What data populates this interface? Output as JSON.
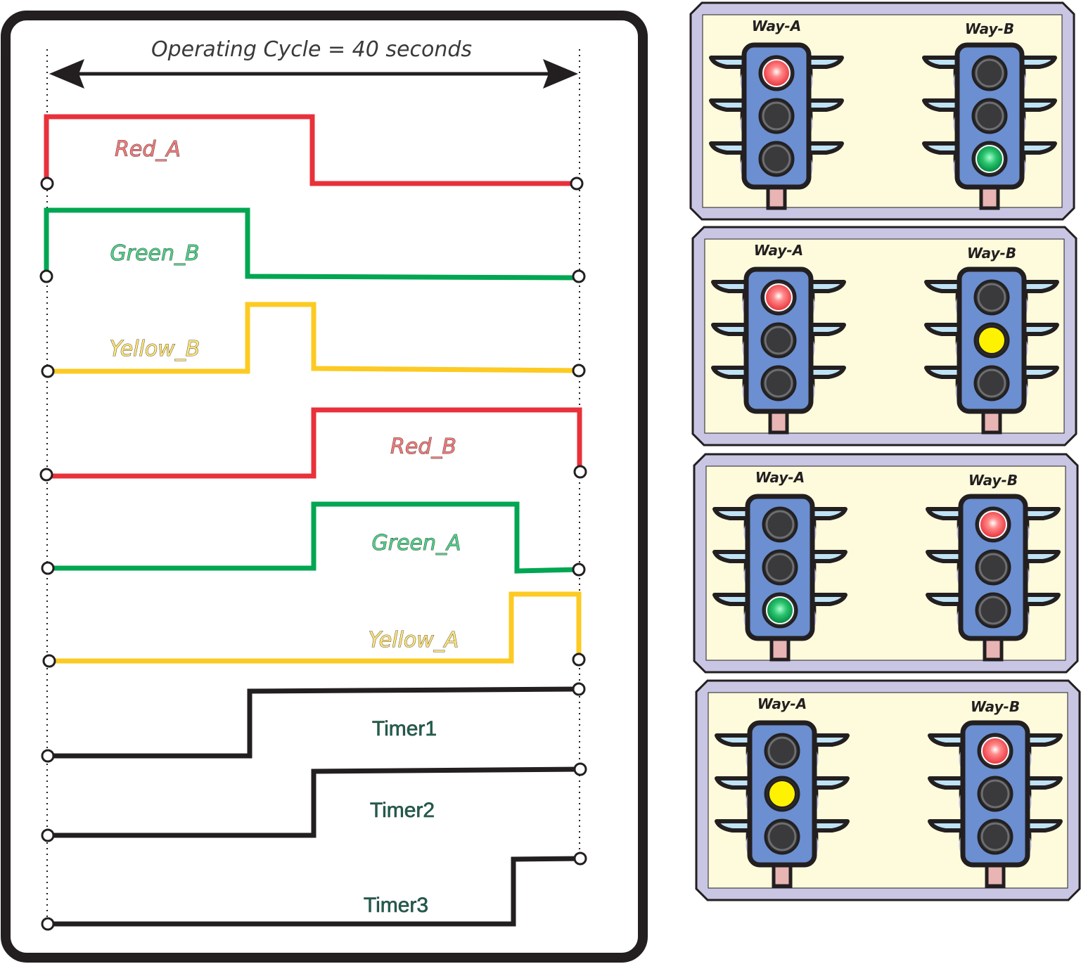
{
  "timing_diagram": {
    "cycle_label": "Operating Cycle = 40 seconds",
    "signals": [
      {
        "label": "Red_A",
        "color": "#e8313a",
        "levels": "high 0-20 s, low 20-40 s"
      },
      {
        "label": "Green_B",
        "color": "#00a651",
        "levels": "high 0-15 s, low 15-40 s"
      },
      {
        "label": "Yellow_B",
        "color": "#fcca22",
        "levels": "low 0-15 s, high 15-20 s, low 20-40 s"
      },
      {
        "label": "Red_B",
        "color": "#e8313a",
        "levels": "low 0-20 s, high 20-40 s"
      },
      {
        "label": "Green_A",
        "color": "#00a651",
        "levels": "low 0-20 s, high 20-35 s, low 35-40 s"
      },
      {
        "label": "Yellow_A",
        "color": "#fcca22",
        "levels": "low 0-35 s, high 35-40 s"
      },
      {
        "label": "Timer1",
        "color": "#231f20",
        "levels": "low 0-15 s, high 15-40 s"
      },
      {
        "label": "Timer2",
        "color": "#231f20",
        "levels": "low 0-20 s, high 20-40 s"
      },
      {
        "label": "Timer3",
        "color": "#231f20",
        "levels": "low 0-35 s, high 35-40 s"
      }
    ]
  },
  "states": [
    {
      "way_a_label": "Way-A",
      "way_b_label": "Way-B",
      "way_a": "red",
      "way_b": "green"
    },
    {
      "way_a_label": "Way-A",
      "way_b_label": "Way-B",
      "way_a": "red",
      "way_b": "yellow"
    },
    {
      "way_a_label": "Way-A",
      "way_b_label": "Way-B",
      "way_a": "green",
      "way_b": "red"
    },
    {
      "way_a_label": "Way-A",
      "way_b_label": "Way-B",
      "way_a": "yellow",
      "way_b": "red"
    }
  ],
  "colors": {
    "red_lamp": "#e8313a",
    "yellow_lamp": "#fff200",
    "green_lamp": "#00a651",
    "lamp_off": "#3a3a3c",
    "signal_body": "#6b8fd0",
    "panel_bg": "#fefbdc",
    "panel_border": "#c9c6e4",
    "visor": "#bfe3f5"
  }
}
